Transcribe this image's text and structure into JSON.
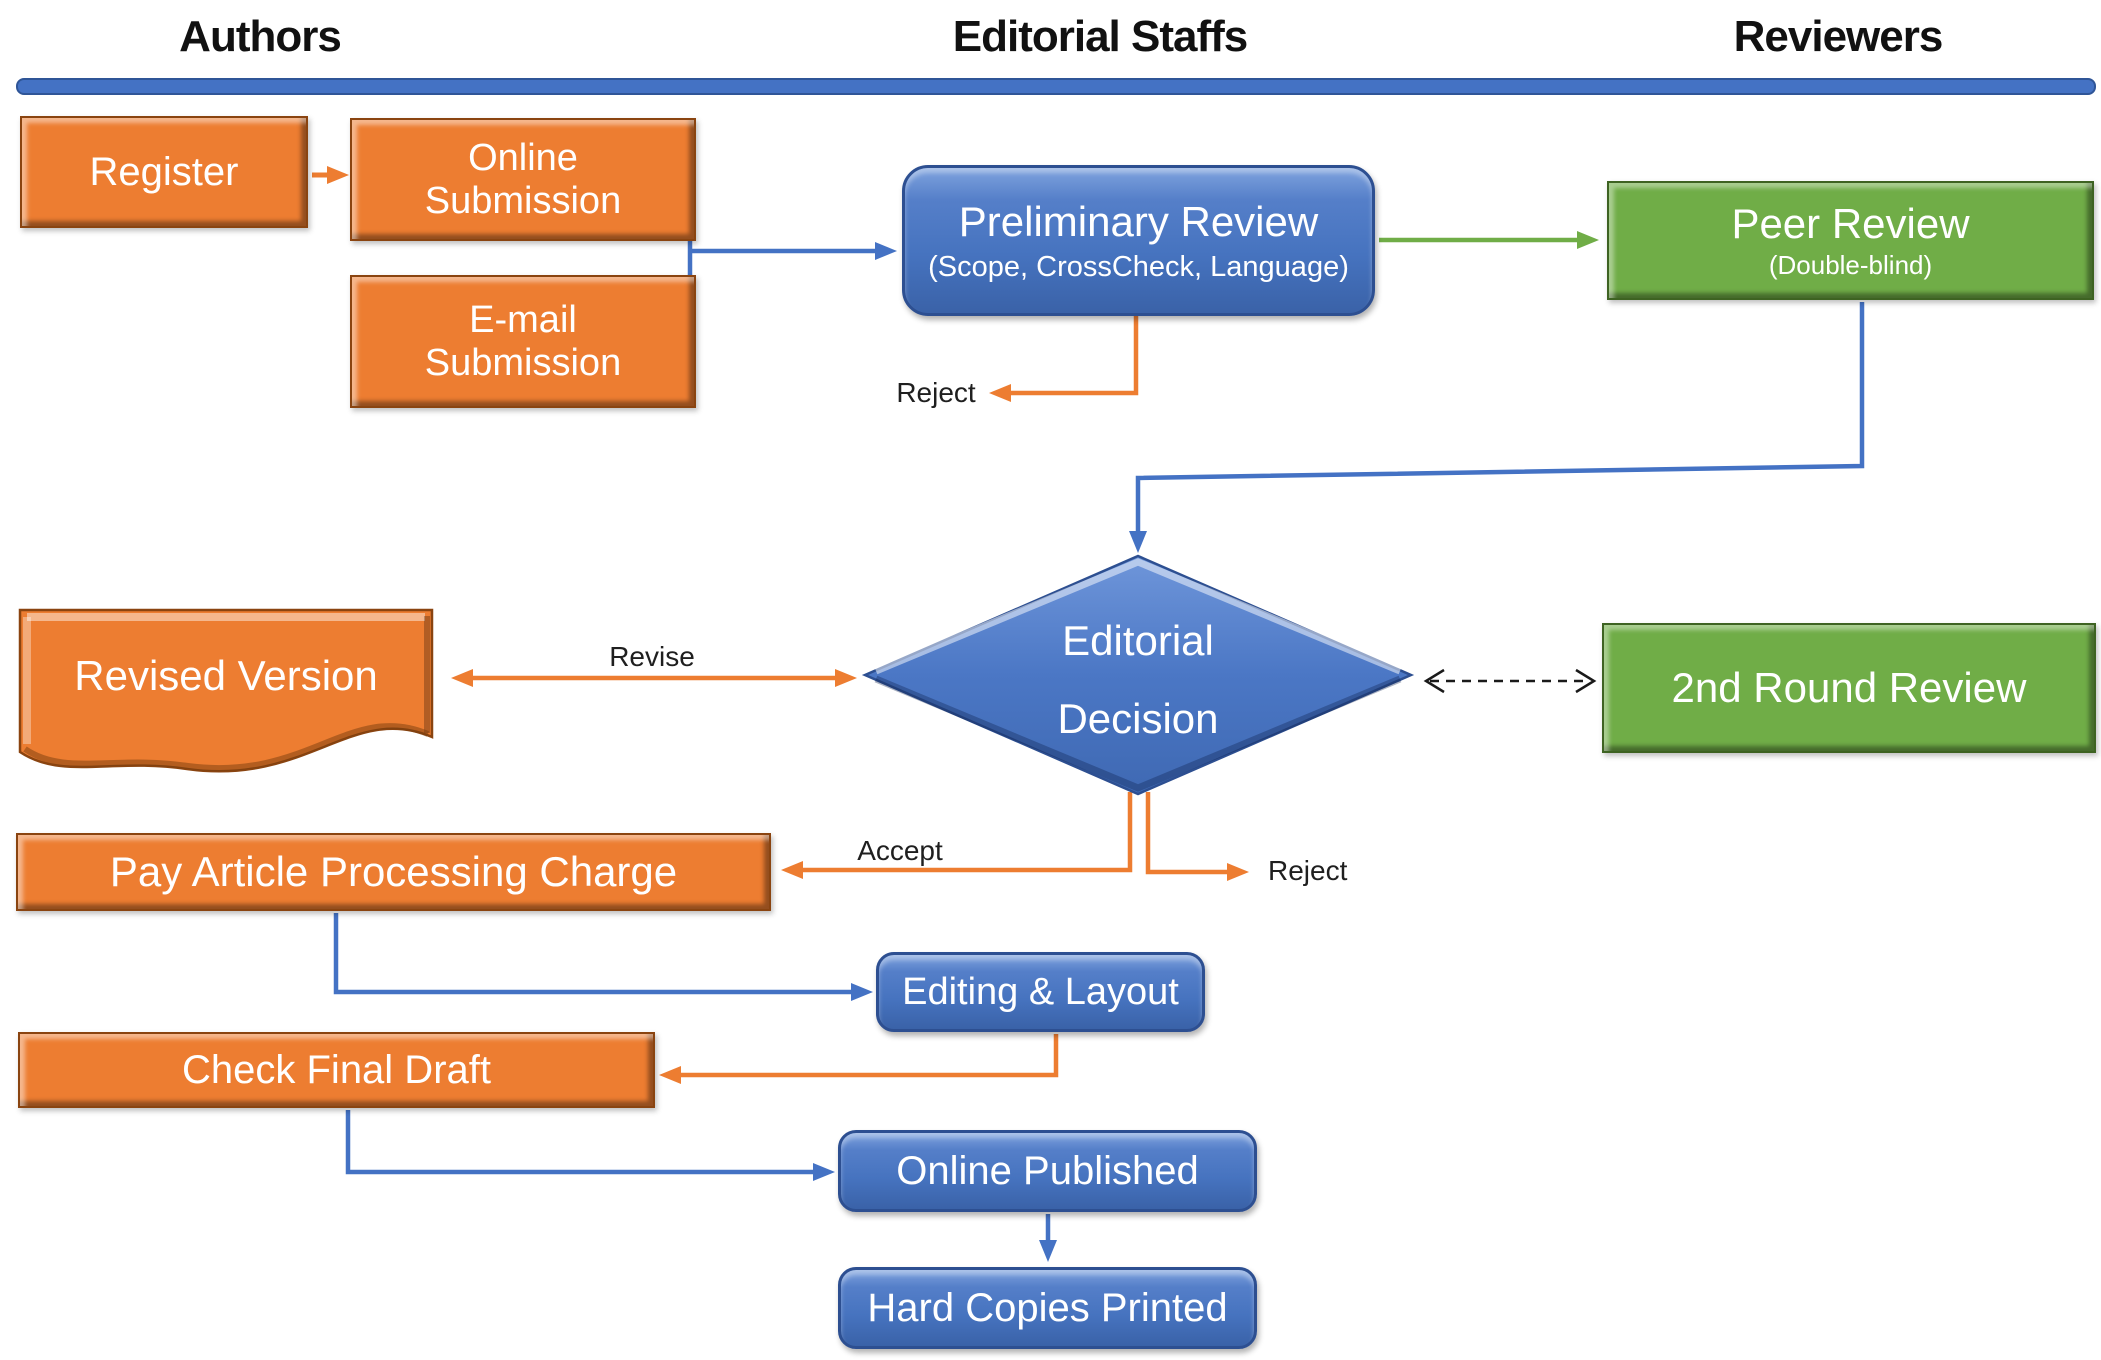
{
  "header": {
    "authors": "Authors",
    "editorial_staffs": "Editorial Staffs",
    "reviewers": "Reviewers"
  },
  "nodes": {
    "register": {
      "label": "Register"
    },
    "online_submission": {
      "label": "Online Submission"
    },
    "email_submission": {
      "label": "E-mail Submission"
    },
    "preliminary_review": {
      "title": "Preliminary Review",
      "subtitle": "(Scope, CrossCheck, Language)"
    },
    "peer_review": {
      "title": "Peer Review",
      "subtitle": "(Double-blind)"
    },
    "editorial_decision": {
      "line1": "Editorial",
      "line2": "Decision"
    },
    "revised_version": {
      "label": "Revised Version"
    },
    "second_round_review": {
      "label": "2nd Round Review"
    },
    "pay_apc": {
      "label": "Pay Article Processing Charge"
    },
    "editing_layout": {
      "label": "Editing & Layout"
    },
    "check_final_draft": {
      "label": "Check Final Draft"
    },
    "online_published": {
      "label": "Online Published"
    },
    "hard_copies_printed": {
      "label": "Hard Copies Printed"
    }
  },
  "edge_labels": {
    "reject_preliminary": "Reject",
    "revise": "Revise",
    "accept": "Accept",
    "reject_decision": "Reject"
  },
  "colors": {
    "authors_orange": "#ED7D31",
    "editorial_blue": "#4472C4",
    "reviewers_green": "#70AD47",
    "divider_blue": "#4472C4",
    "dashed_connector": "#1a1a1a",
    "label_text": "#1f1f1f",
    "node_text": "#ffffff"
  }
}
